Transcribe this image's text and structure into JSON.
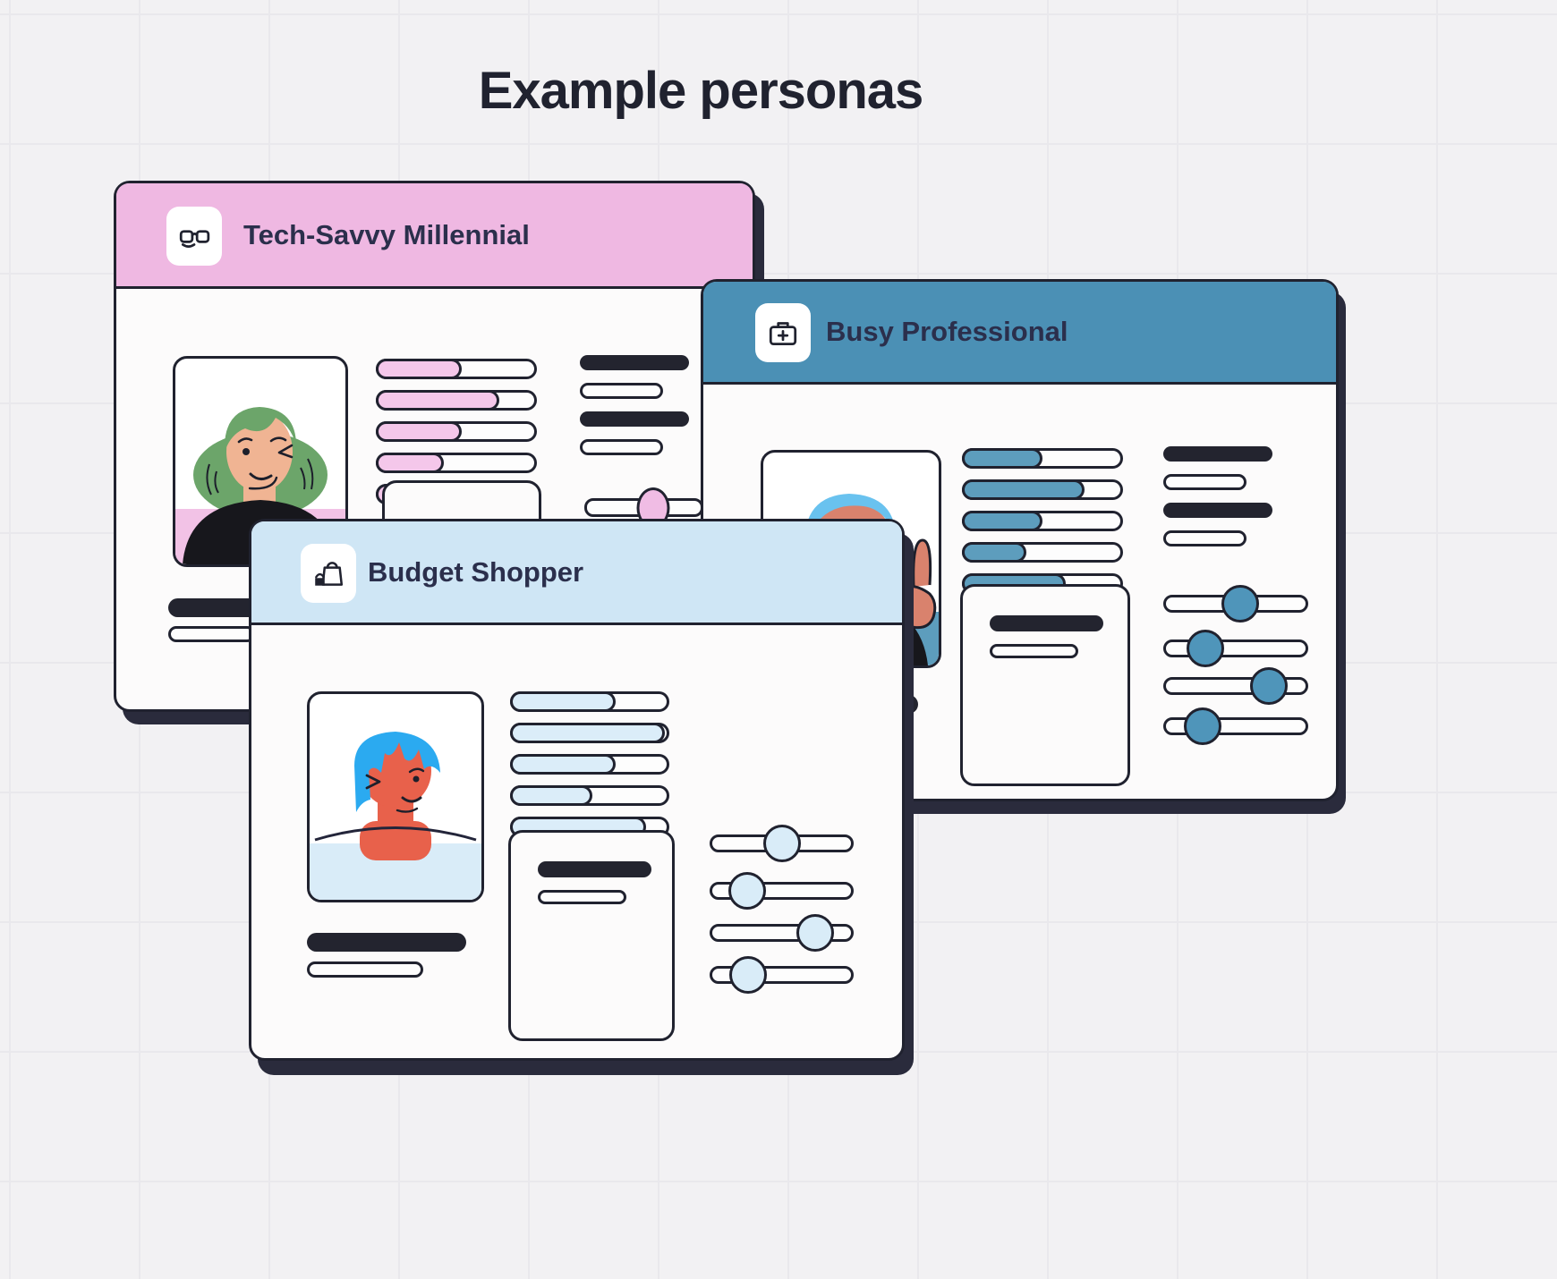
{
  "page": {
    "title": "Example personas",
    "background_color": "#f2f1f3",
    "grid_color": "#e9e8ec",
    "outline_color": "#20222f",
    "shadow_color": "#2a2b3c"
  },
  "cards": [
    {
      "name": "Tech-Savvy Millennial",
      "icon": "glasses-icon",
      "colors": {
        "header": "#efb8e2",
        "fill": "#f4c7ea",
        "band": "#f2c2e6",
        "knob": "#f0bce4"
      },
      "avatar": {
        "description": "woman with green hair winking, black sweater",
        "hair": "#6ca56a",
        "skin": "#f0b493"
      },
      "skill_bars": [
        "52%",
        "76%",
        "52%",
        "40%",
        "64%"
      ],
      "sliders": [
        {
          "knob_left": "58%"
        }
      ]
    },
    {
      "name": "Busy Professional",
      "icon": "briefcase-icon",
      "colors": {
        "header": "#4b90b5",
        "fill": "#5d9dbd",
        "band": "#5d9dbd",
        "knob": "#4f95ba"
      },
      "avatar": {
        "description": "man with light blue hair and glasses giving peace sign, black shirt",
        "hair": "#69c2ef",
        "skin": "#d9826d"
      },
      "skill_bars": [
        "48%",
        "75%",
        "48%",
        "38%",
        "63%"
      ],
      "sliders": [
        {
          "knob_left": "53%"
        },
        {
          "knob_left": "28%"
        },
        {
          "knob_left": "74%"
        },
        {
          "knob_left": "26%"
        }
      ]
    },
    {
      "name": "Budget Shopper",
      "icon": "gift-bag-icon",
      "colors": {
        "header": "#cfe6f5",
        "fill": "#dbedf9",
        "band": "#d9ecf8",
        "knob": "#d9ecf8"
      },
      "avatar": {
        "description": "person with bright blue zigzag bob winking, coral skin",
        "hair": "#2baaf0",
        "skin": "#e8614b"
      },
      "skill_bars": [
        "65%",
        "97%",
        "65%",
        "50%",
        "85%"
      ],
      "sliders": [
        {
          "knob_left": "50%"
        },
        {
          "knob_left": "25%"
        },
        {
          "knob_left": "74%"
        },
        {
          "knob_left": "26%"
        }
      ]
    }
  ]
}
